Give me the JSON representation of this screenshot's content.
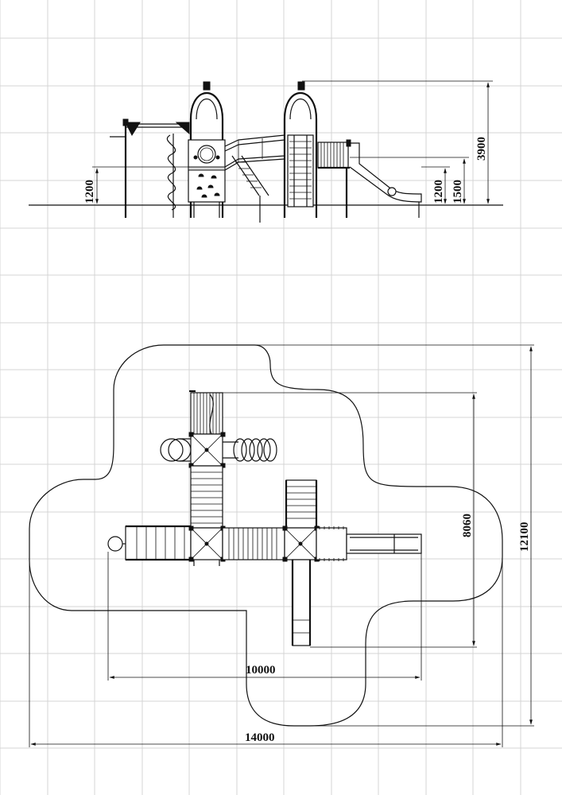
{
  "dimensions": {
    "elevation_left_height": "1200",
    "elevation_platform_height": "1200",
    "elevation_deck_height": "1500",
    "elevation_total_height": "3900",
    "plan_depth_structure": "8060",
    "plan_depth_zone": "12100",
    "plan_width_structure": "10000",
    "plan_width_zone": "14000"
  },
  "colors": {
    "line": "#111111",
    "grid": "#d4d4d4",
    "background": "#ffffff"
  }
}
